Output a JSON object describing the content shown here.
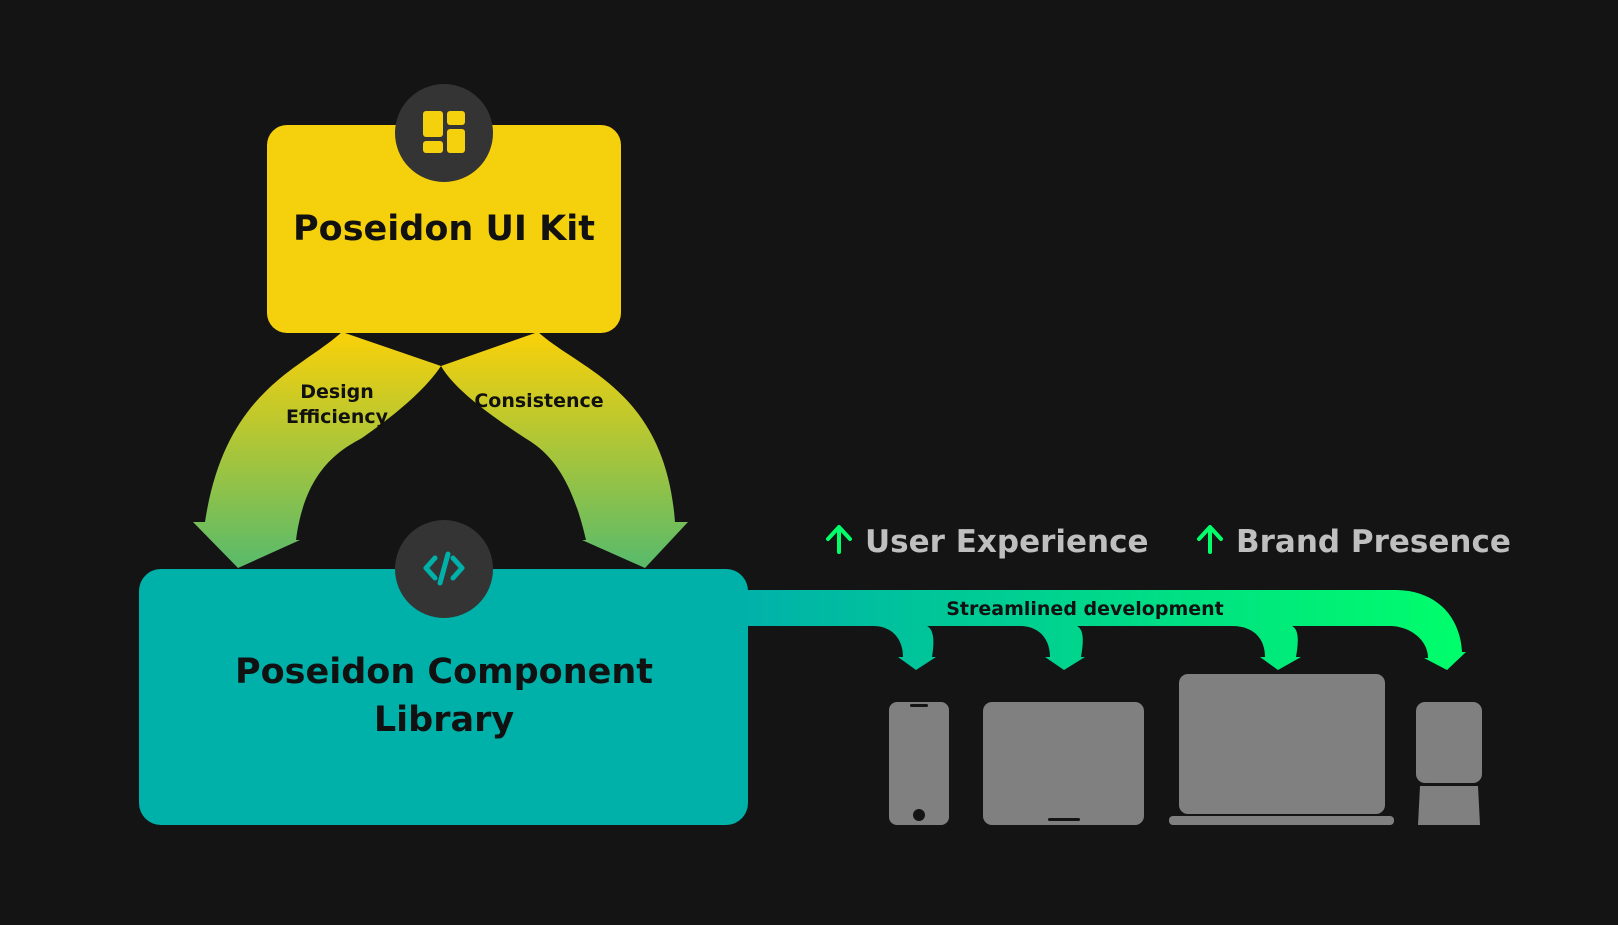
{
  "colors": {
    "background": "#141414",
    "ui_kit": "#f5d00c",
    "library": "#00b1aa",
    "icon_circle": "#343434",
    "flow_green": "#00ff6a",
    "device_gray": "#808080",
    "benefit_text": "#bfbfbf"
  },
  "ui_kit": {
    "title": "Poseidon UI Kit",
    "icon": "dashboard-layout-icon"
  },
  "library": {
    "title_line1": "Poseidon Component",
    "title_line2": "Library",
    "icon": "code-icon"
  },
  "flows": {
    "left": {
      "line1": "Design",
      "line2": "Efficiency"
    },
    "right": {
      "label": "Consistence"
    },
    "delivery": {
      "label": "Streamlined development"
    }
  },
  "benefits": [
    {
      "icon": "arrow-up-icon",
      "label": "User Experience"
    },
    {
      "icon": "arrow-up-icon",
      "label": "Brand Presence"
    }
  ],
  "devices": [
    {
      "icon": "smartphone-icon"
    },
    {
      "icon": "tablet-icon"
    },
    {
      "icon": "laptop-icon"
    },
    {
      "icon": "smartwatch-icon"
    }
  ]
}
